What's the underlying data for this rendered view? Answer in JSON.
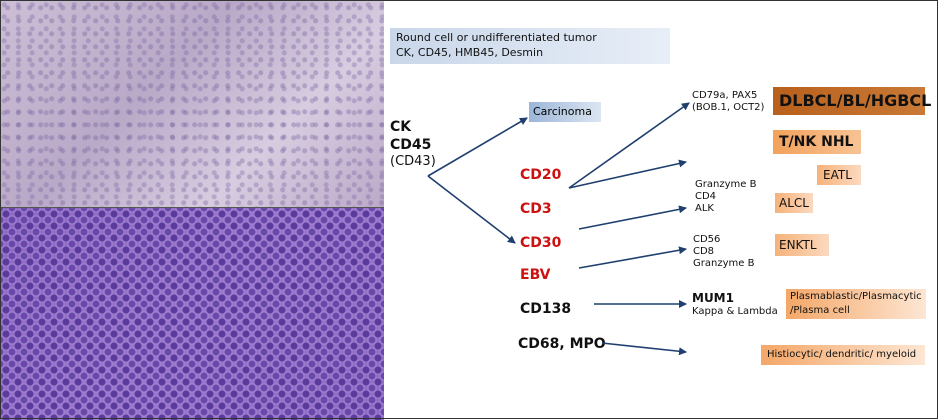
{
  "header": {
    "line1": "Round cell  or undifferentiated tumor",
    "line2": "CK, CD45, HMB45, Desmin"
  },
  "root_markers": {
    "line1": "CK",
    "line2": "CD45",
    "line3": "(CD43)"
  },
  "carcinoma": "Carcinoma",
  "branches": {
    "cd20": "CD20",
    "cd3": "CD3",
    "cd30": "CD30",
    "ebv": "EBV",
    "cd138": "CD138",
    "cd68_mpo": "CD68, MPO"
  },
  "subgroups": {
    "b_markers": {
      "line1": "CD79a, PAX5",
      "line2": "(BOB.1, OCT2)"
    },
    "granzyme": {
      "line1": "Granzyme B",
      "line2": "CD4",
      "line3": "ALK"
    },
    "cd56": {
      "line1": "CD56",
      "line2": "CD8",
      "line3": "Granzyme B"
    },
    "mum1": {
      "line1": "MUM1",
      "line2": "Kappa & Lambda"
    }
  },
  "results": {
    "dlbcl": "DLBCL/BL/HGBCL",
    "tnk": "T/NK NHL",
    "eatl": "EATL",
    "alcl": "ALCL",
    "enktl": "ENKTL",
    "plasma_line1": "Plasmablastic/Plasmacytic",
    "plasma_line2": "/Plasma cell",
    "histio": "Histiocytic/ dendritic/ myeloid"
  },
  "colors": {
    "arrow": "#1f3f6e",
    "red_marker": "#cc1111",
    "dark_orange": "#b8601c",
    "light_orange": "#f6b27a"
  }
}
